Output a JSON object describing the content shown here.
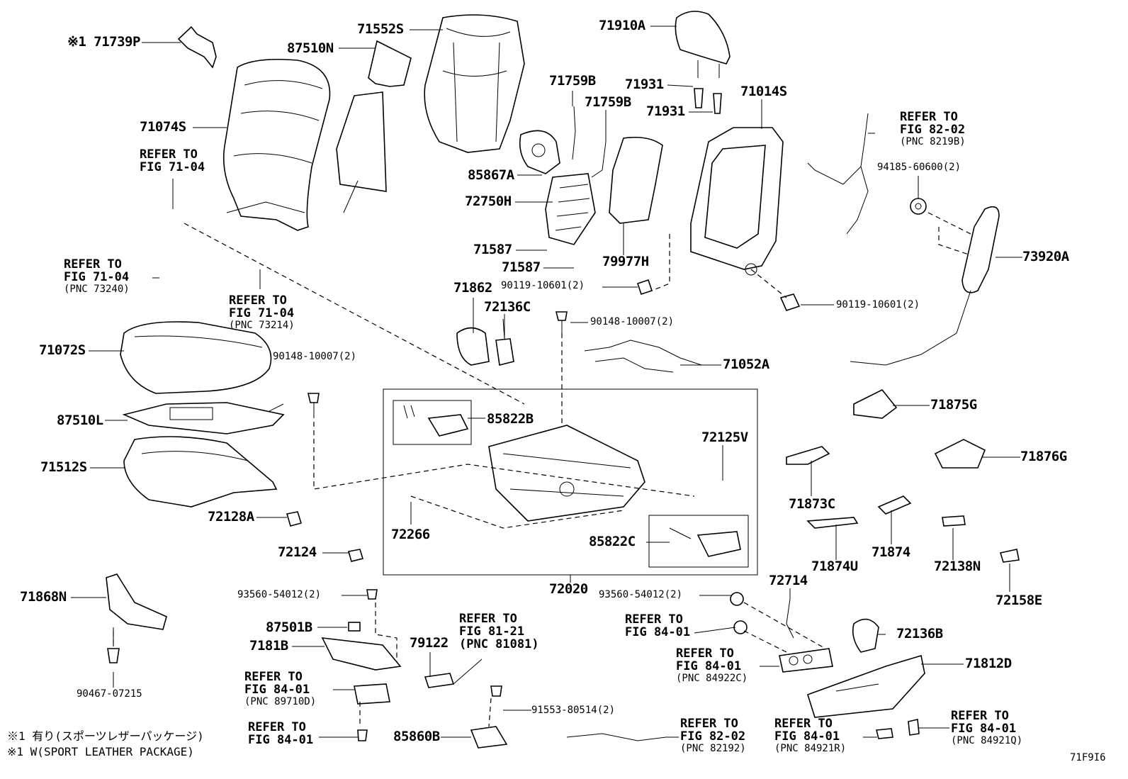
{
  "diagram_code": "71F9I6",
  "notes": [
    "※1 有り(スポーツレザーパッケージ)",
    "※1 W(SPORT LEATHER PACKAGE)"
  ],
  "parts": {
    "p71739P": "※1 71739P",
    "p87510N": "87510N",
    "p71552S": "71552S",
    "p71910A": "71910A",
    "p71931a": "71931",
    "p71931b": "71931",
    "p71759Ba": "71759B",
    "p71759Bb": "71759B",
    "p71014S": "71014S",
    "p71074S": "71074S",
    "p85867A": "85867A",
    "p72750H": "72750H",
    "p71587a": "71587",
    "p71587b": "71587",
    "p79977H": "79977H",
    "p9411960a": "90119-10601(2)",
    "p9411960b": "90119-10601(2)",
    "p94185": "94185-60600(2)",
    "p73920A": "73920A",
    "p71862": "71862",
    "p72136C": "72136C",
    "p90148a": "90148-10007(2)",
    "p90148b": "90148-10007(2)",
    "p71052A": "71052A",
    "p71072S": "71072S",
    "p87510L": "87510L",
    "p71512S": "71512S",
    "p85822B": "85822B",
    "p72125V": "72125V",
    "p71875G": "71875G",
    "p71876G": "71876G",
    "p71873C": "71873C",
    "p72128A": "72128A",
    "p72266": "72266",
    "p85822C": "85822C",
    "p72124": "72124",
    "p71874U": "71874U",
    "p71874": "71874",
    "p72138N": "72138N",
    "p72158E": "72158E",
    "p72020": "72020",
    "p93560a": "93560-54012(2)",
    "p93560b": "93560-54012(2)",
    "p72714": "72714",
    "p71868N": "71868N",
    "p87501B": "87501B",
    "p7181B": "7181B",
    "p79122": "79122",
    "p72136B": "72136B",
    "p71812D": "71812D",
    "p90467": "90467-07215",
    "p91553": "91553-80514(2)",
    "p85860B": "85860B"
  },
  "refs": {
    "r_headrest_fig": {
      "line1": "REFER TO",
      "line2": "FIG 82-02",
      "sub": "(PNC 8219B)"
    },
    "r_71_04_a": {
      "line1": "REFER TO",
      "line2": "FIG 71-04",
      "sub": ""
    },
    "r_71_04_b": {
      "line1": "REFER TO",
      "line2": "FIG 71-04",
      "sub": "(PNC 73240)"
    },
    "r_71_04_c": {
      "line1": "REFER TO",
      "line2": "FIG 71-04",
      "sub": "(PNC 73214)"
    },
    "r_81_21": {
      "line1": "REFER TO",
      "line2": "FIG 81-21",
      "sub": "(PNC 81081)"
    },
    "r_84_01_a": {
      "line1": "REFER TO",
      "line2": "FIG 84-01",
      "sub": ""
    },
    "r_84_01_b": {
      "line1": "REFER TO",
      "line2": "FIG 84-01",
      "sub": "(PNC 84922C)"
    },
    "r_84_01_c": {
      "line1": "REFER TO",
      "line2": "FIG 84-01",
      "sub": "(PNC 89710D)"
    },
    "r_84_01_d": {
      "line1": "REFER TO",
      "line2": "FIG 84-01",
      "sub": ""
    },
    "r_82_02_b": {
      "line1": "REFER TO",
      "line2": "FIG 82-02",
      "sub": "(PNC 82192)"
    },
    "r_84_01_e": {
      "line1": "REFER TO",
      "line2": "FIG 84-01",
      "sub": "(PNC 84921R)"
    },
    "r_84_01_f": {
      "line1": "REFER TO",
      "line2": "FIG 84-01",
      "sub": "(PNC 84921Q)"
    }
  }
}
